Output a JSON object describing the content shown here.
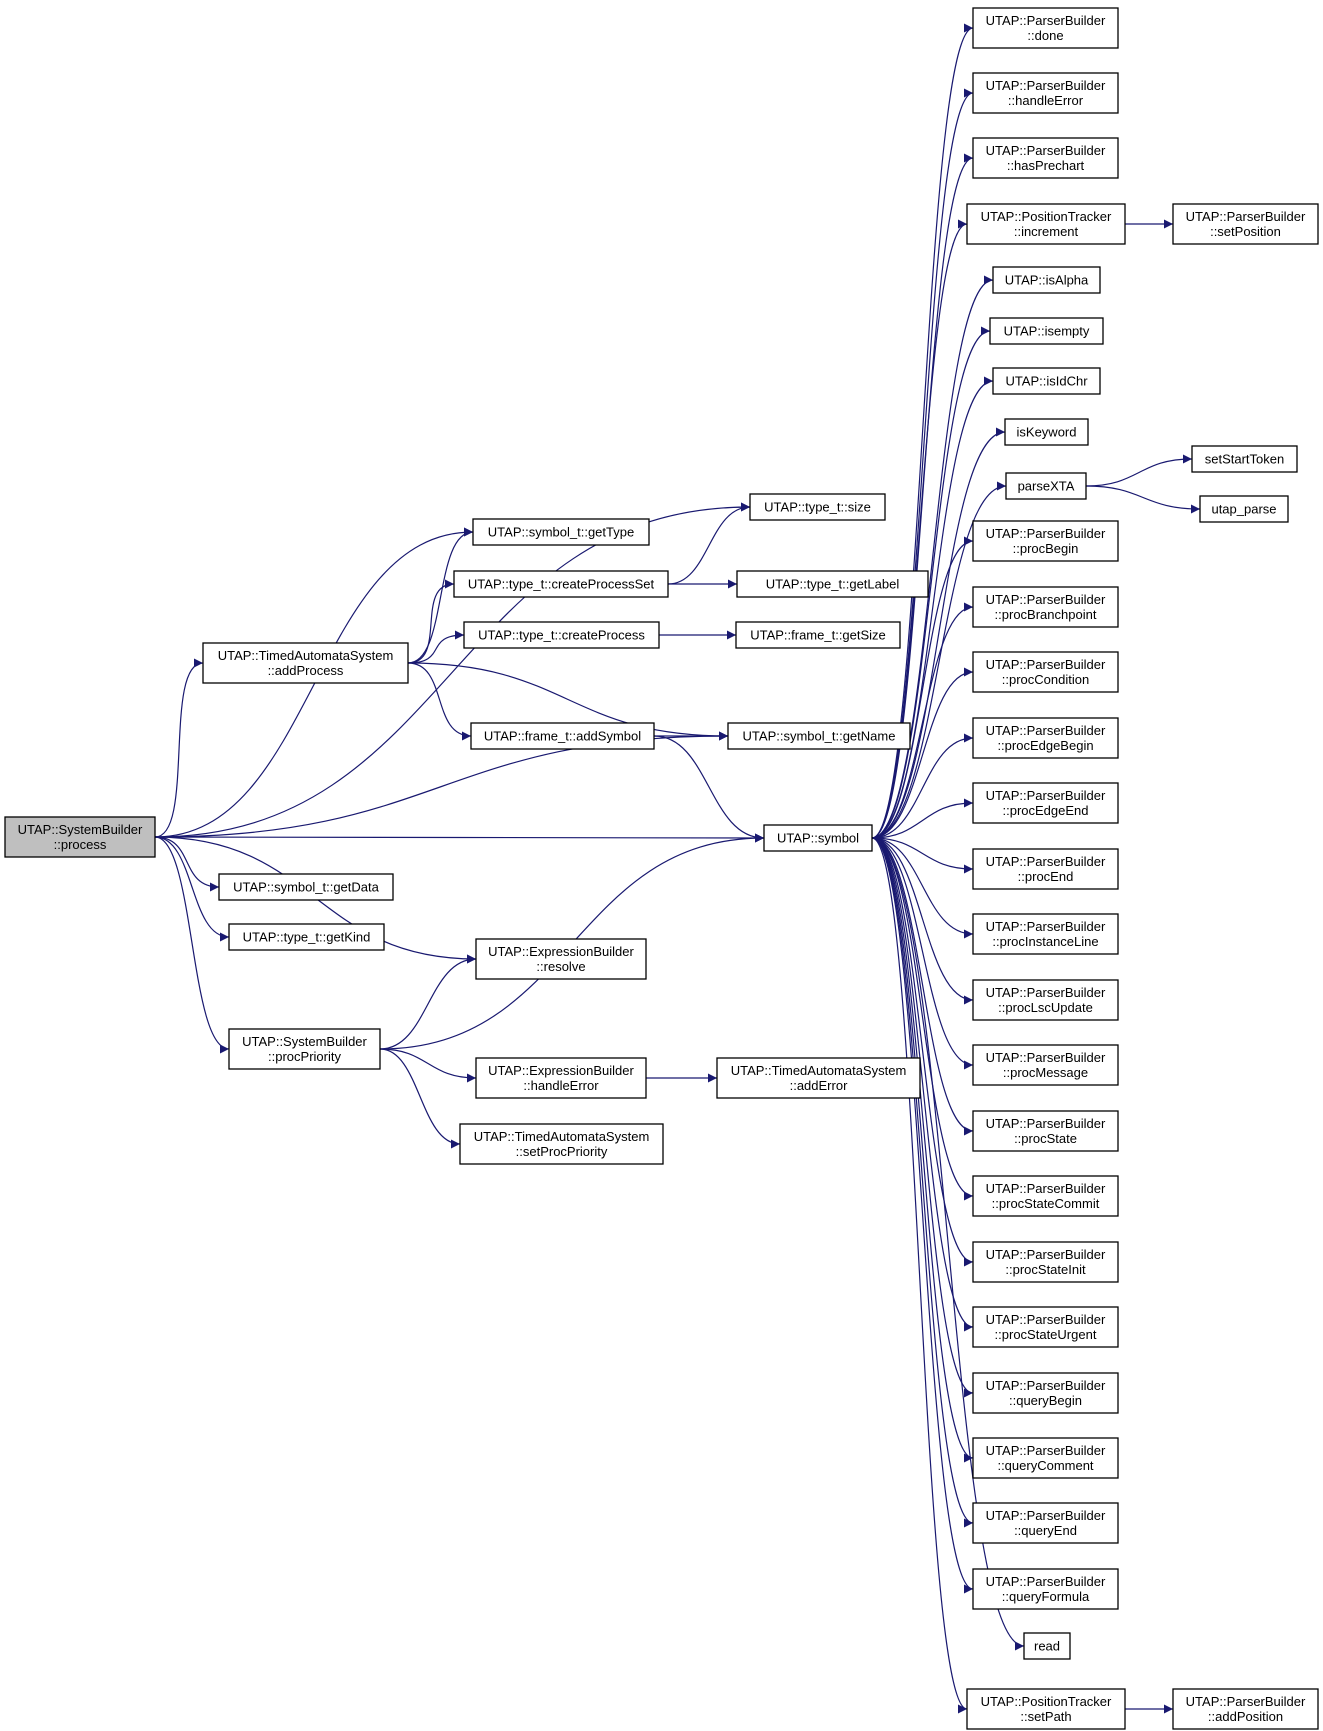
{
  "graph": {
    "nodes": [
      {
        "id": "process",
        "lines": [
          "UTAP::SystemBuilder",
          "::process"
        ],
        "root": true
      },
      {
        "id": "size",
        "lines": [
          "UTAP::type_t::size"
        ]
      },
      {
        "id": "getType",
        "lines": [
          "UTAP::symbol_t::getType"
        ]
      },
      {
        "id": "createProcessSet",
        "lines": [
          "UTAP::type_t::createProcessSet"
        ]
      },
      {
        "id": "getLabel",
        "lines": [
          "UTAP::type_t::getLabel"
        ]
      },
      {
        "id": "createProcess",
        "lines": [
          "UTAP::type_t::createProcess"
        ]
      },
      {
        "id": "getSize",
        "lines": [
          "UTAP::frame_t::getSize"
        ]
      },
      {
        "id": "addProcess",
        "lines": [
          "UTAP::TimedAutomataSystem",
          "::addProcess"
        ]
      },
      {
        "id": "addSymbol",
        "lines": [
          "UTAP::frame_t::addSymbol"
        ]
      },
      {
        "id": "getName",
        "lines": [
          "UTAP::symbol_t::getName"
        ]
      },
      {
        "id": "symbol",
        "lines": [
          "UTAP::symbol"
        ]
      },
      {
        "id": "getData",
        "lines": [
          "UTAP::symbol_t::getData"
        ]
      },
      {
        "id": "getKind",
        "lines": [
          "UTAP::type_t::getKind"
        ]
      },
      {
        "id": "resolve",
        "lines": [
          "UTAP::ExpressionBuilder",
          "::resolve"
        ]
      },
      {
        "id": "procPriority",
        "lines": [
          "UTAP::SystemBuilder",
          "::procPriority"
        ]
      },
      {
        "id": "ebHandleError",
        "lines": [
          "UTAP::ExpressionBuilder",
          "::handleError"
        ]
      },
      {
        "id": "addError",
        "lines": [
          "UTAP::TimedAutomataSystem",
          "::addError"
        ]
      },
      {
        "id": "setProcPriority",
        "lines": [
          "UTAP::TimedAutomataSystem",
          "::setProcPriority"
        ]
      },
      {
        "id": "done",
        "lines": [
          "UTAP::ParserBuilder",
          "::done"
        ]
      },
      {
        "id": "pbHandleError",
        "lines": [
          "UTAP::ParserBuilder",
          "::handleError"
        ]
      },
      {
        "id": "hasPrechart",
        "lines": [
          "UTAP::ParserBuilder",
          "::hasPrechart"
        ]
      },
      {
        "id": "increment",
        "lines": [
          "UTAP::PositionTracker",
          "::increment"
        ]
      },
      {
        "id": "setPosition",
        "lines": [
          "UTAP::ParserBuilder",
          "::setPosition"
        ]
      },
      {
        "id": "isAlpha",
        "lines": [
          "UTAP::isAlpha"
        ]
      },
      {
        "id": "isempty",
        "lines": [
          "UTAP::isempty"
        ]
      },
      {
        "id": "isIdChr",
        "lines": [
          "UTAP::isIdChr"
        ]
      },
      {
        "id": "isKeyword",
        "lines": [
          "isKeyword"
        ]
      },
      {
        "id": "parseXTA",
        "lines": [
          "parseXTA"
        ]
      },
      {
        "id": "setStartToken",
        "lines": [
          "setStartToken"
        ]
      },
      {
        "id": "utap_parse",
        "lines": [
          "utap_parse"
        ]
      },
      {
        "id": "procBegin",
        "lines": [
          "UTAP::ParserBuilder",
          "::procBegin"
        ]
      },
      {
        "id": "procBranchpoint",
        "lines": [
          "UTAP::ParserBuilder",
          "::procBranchpoint"
        ]
      },
      {
        "id": "procCondition",
        "lines": [
          "UTAP::ParserBuilder",
          "::procCondition"
        ]
      },
      {
        "id": "procEdgeBegin",
        "lines": [
          "UTAP::ParserBuilder",
          "::procEdgeBegin"
        ]
      },
      {
        "id": "procEdgeEnd",
        "lines": [
          "UTAP::ParserBuilder",
          "::procEdgeEnd"
        ]
      },
      {
        "id": "procEnd",
        "lines": [
          "UTAP::ParserBuilder",
          "::procEnd"
        ]
      },
      {
        "id": "procInstanceLine",
        "lines": [
          "UTAP::ParserBuilder",
          "::procInstanceLine"
        ]
      },
      {
        "id": "procLscUpdate",
        "lines": [
          "UTAP::ParserBuilder",
          "::procLscUpdate"
        ]
      },
      {
        "id": "procMessage",
        "lines": [
          "UTAP::ParserBuilder",
          "::procMessage"
        ]
      },
      {
        "id": "procState",
        "lines": [
          "UTAP::ParserBuilder",
          "::procState"
        ]
      },
      {
        "id": "procStateCommit",
        "lines": [
          "UTAP::ParserBuilder",
          "::procStateCommit"
        ]
      },
      {
        "id": "procStateInit",
        "lines": [
          "UTAP::ParserBuilder",
          "::procStateInit"
        ]
      },
      {
        "id": "procStateUrgent",
        "lines": [
          "UTAP::ParserBuilder",
          "::procStateUrgent"
        ]
      },
      {
        "id": "queryBegin",
        "lines": [
          "UTAP::ParserBuilder",
          "::queryBegin"
        ]
      },
      {
        "id": "queryComment",
        "lines": [
          "UTAP::ParserBuilder",
          "::queryComment"
        ]
      },
      {
        "id": "queryEnd",
        "lines": [
          "UTAP::ParserBuilder",
          "::queryEnd"
        ]
      },
      {
        "id": "queryFormula",
        "lines": [
          "UTAP::ParserBuilder",
          "::queryFormula"
        ]
      },
      {
        "id": "read",
        "lines": [
          "read"
        ]
      },
      {
        "id": "setPath",
        "lines": [
          "UTAP::PositionTracker",
          "::setPath"
        ]
      },
      {
        "id": "addPosition",
        "lines": [
          "UTAP::ParserBuilder",
          "::addPosition"
        ]
      }
    ],
    "edges": [
      [
        "process",
        "size"
      ],
      [
        "process",
        "getType"
      ],
      [
        "process",
        "addProcess"
      ],
      [
        "process",
        "getName"
      ],
      [
        "process",
        "symbol"
      ],
      [
        "process",
        "getData"
      ],
      [
        "process",
        "getKind"
      ],
      [
        "process",
        "resolve"
      ],
      [
        "process",
        "procPriority"
      ],
      [
        "addProcess",
        "getType"
      ],
      [
        "addProcess",
        "createProcessSet"
      ],
      [
        "addProcess",
        "createProcess"
      ],
      [
        "addProcess",
        "addSymbol"
      ],
      [
        "addProcess",
        "getName"
      ],
      [
        "createProcessSet",
        "size"
      ],
      [
        "createProcessSet",
        "getLabel"
      ],
      [
        "createProcess",
        "getSize"
      ],
      [
        "addSymbol",
        "getName"
      ],
      [
        "addSymbol",
        "symbol"
      ],
      [
        "procPriority",
        "resolve"
      ],
      [
        "procPriority",
        "symbol"
      ],
      [
        "procPriority",
        "ebHandleError"
      ],
      [
        "procPriority",
        "setProcPriority"
      ],
      [
        "ebHandleError",
        "addError"
      ],
      [
        "symbol",
        "done"
      ],
      [
        "symbol",
        "pbHandleError"
      ],
      [
        "symbol",
        "hasPrechart"
      ],
      [
        "symbol",
        "increment"
      ],
      [
        "symbol",
        "isAlpha"
      ],
      [
        "symbol",
        "isempty"
      ],
      [
        "symbol",
        "isIdChr"
      ],
      [
        "symbol",
        "isKeyword"
      ],
      [
        "symbol",
        "parseXTA"
      ],
      [
        "symbol",
        "procBegin"
      ],
      [
        "symbol",
        "procBranchpoint"
      ],
      [
        "symbol",
        "procCondition"
      ],
      [
        "symbol",
        "procEdgeBegin"
      ],
      [
        "symbol",
        "procEdgeEnd"
      ],
      [
        "symbol",
        "procEnd"
      ],
      [
        "symbol",
        "procInstanceLine"
      ],
      [
        "symbol",
        "procLscUpdate"
      ],
      [
        "symbol",
        "procMessage"
      ],
      [
        "symbol",
        "procState"
      ],
      [
        "symbol",
        "procStateCommit"
      ],
      [
        "symbol",
        "procStateInit"
      ],
      [
        "symbol",
        "procStateUrgent"
      ],
      [
        "symbol",
        "queryBegin"
      ],
      [
        "symbol",
        "queryComment"
      ],
      [
        "symbol",
        "queryEnd"
      ],
      [
        "symbol",
        "queryFormula"
      ],
      [
        "symbol",
        "read"
      ],
      [
        "symbol",
        "setPath"
      ],
      [
        "increment",
        "setPosition"
      ],
      [
        "parseXTA",
        "setStartToken"
      ],
      [
        "parseXTA",
        "utap_parse"
      ],
      [
        "setPath",
        "addPosition"
      ]
    ]
  },
  "colors": {
    "edge": "#191970",
    "node_border": "#000000",
    "root_fill": "#bfbfbf",
    "node_fill": "#ffffff"
  }
}
